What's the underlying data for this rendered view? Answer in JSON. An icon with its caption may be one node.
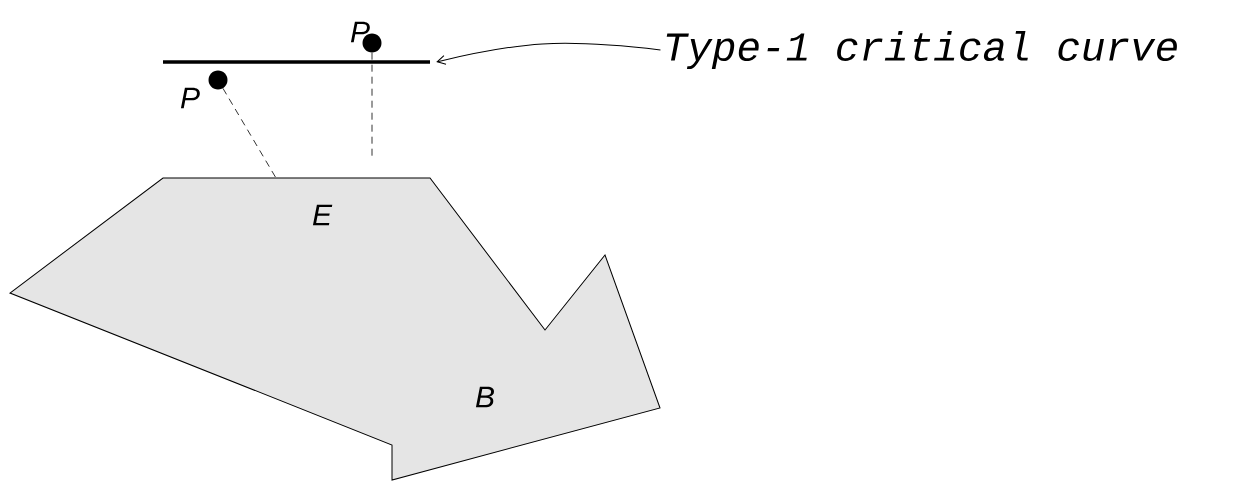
{
  "diagram": {
    "nodes": [
      {
        "text": [
          "B"
        ]
      },
      {
        "text": [],
        "shape": "circle",
        "beside": [
          "P"
        ]
      },
      {
        "text": [],
        "shape": "circle",
        "beside": [
          "P"
        ]
      },
      {
        "text": [],
        "shape": "line"
      },
      {
        "text": [
          "Type-1 critical curve"
        ]
      }
    ],
    "edges": [
      {
        "from": 4,
        "to": 3,
        "arrow": "to"
      },
      {
        "from": 1,
        "to": 0,
        "arrow": "none",
        "style": "dashed"
      },
      {
        "from": 2,
        "to": 0,
        "arrow": "none",
        "style": "dashed"
      }
    ],
    "labels": [
      "E"
    ]
  }
}
